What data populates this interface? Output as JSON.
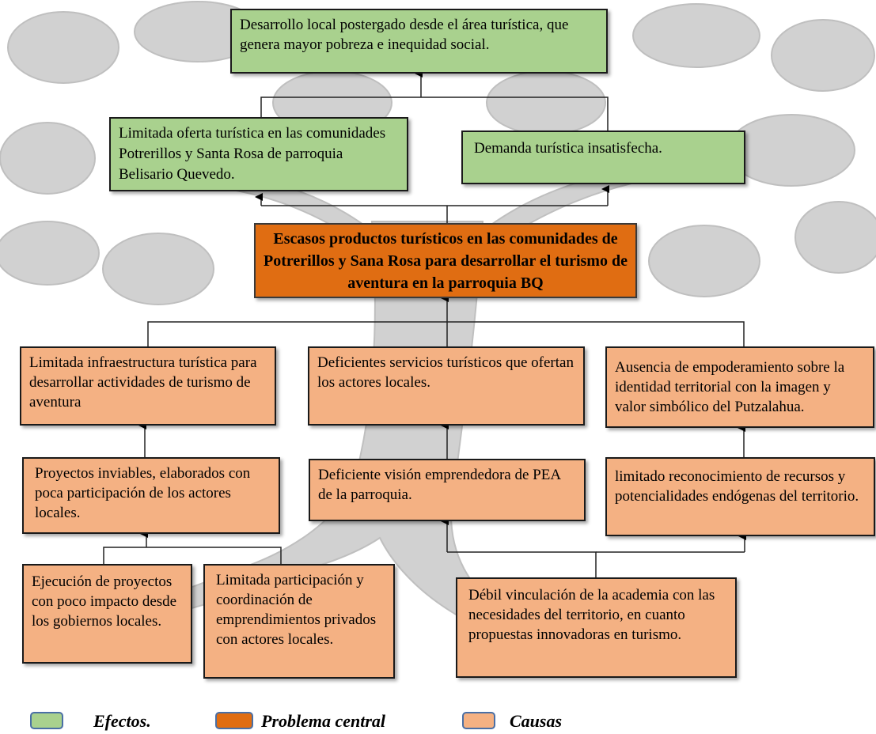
{
  "effects": {
    "top": "Desarrollo local postergado desde el área turística, que genera mayor pobreza e inequidad social.",
    "left": "Limitada oferta turística en las comunidades Potrerillos y Santa Rosa de parroquia Belisario Quevedo.",
    "right": "Demanda turística insatisfecha."
  },
  "central_problem": "Escasos productos turísticos en las comunidades de Potrerillos y Sana Rosa para desarrollar el turismo de aventura en la parroquia BQ",
  "causes": {
    "level1": [
      "Limitada infraestructura turística para desarrollar actividades de turismo de aventura",
      "Deficientes servicios turísticos que ofertan los actores locales.",
      "Ausencia de empoderamiento sobre la identidad territorial con la imagen y valor simbólico del Putzalahua."
    ],
    "level2": [
      "Proyectos inviables, elaborados con poca participación de los actores locales.",
      "Deficiente visión emprendedora de PEA de la parroquia.",
      "limitado reconocimiento de recursos y potencialidades endógenas del territorio."
    ],
    "level3": [
      "Ejecución de proyectos con poco impacto desde los gobiernos locales.",
      "Limitada participación y coordinación de emprendimientos privados con actores locales.",
      "Débil vinculación de la academia con las necesidades del territorio, en cuanto propuestas innovadoras en turismo."
    ]
  },
  "legend": [
    {
      "label": "Efectos.",
      "color": "#a9d18e"
    },
    {
      "label": "Problema central",
      "color": "#e06d12"
    },
    {
      "label": "Causas",
      "color": "#f4b183"
    }
  ],
  "colors": {
    "effect": "#a9d18e",
    "central": "#e06d12",
    "cause": "#f4b183",
    "tree_watermark": "#c8c8c8"
  }
}
